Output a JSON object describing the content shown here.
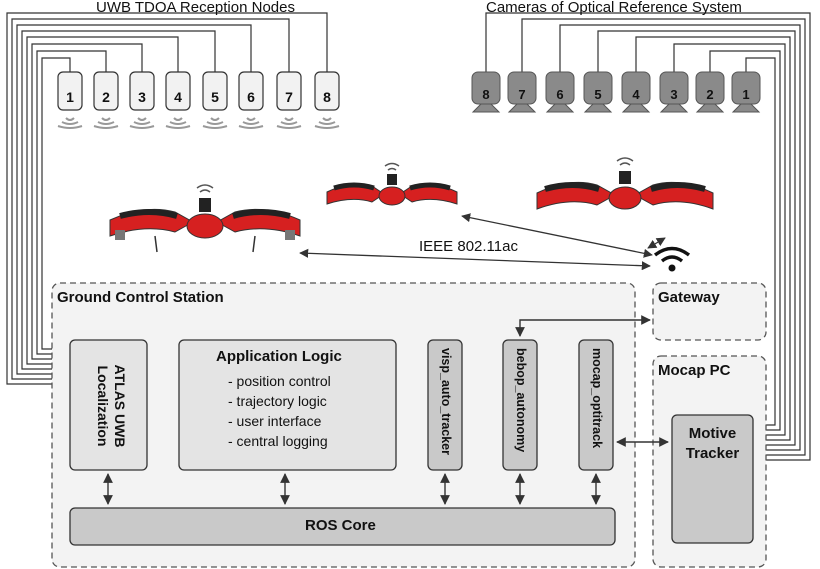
{
  "uwb": {
    "title": "UWB TDOA Reception Nodes",
    "nodes": [
      "1",
      "2",
      "3",
      "4",
      "5",
      "6",
      "7",
      "8"
    ]
  },
  "cameras": {
    "title": "Cameras of Optical Reference System",
    "nodes": [
      "8",
      "7",
      "6",
      "5",
      "4",
      "3",
      "2",
      "1"
    ]
  },
  "wifi_label": "IEEE 802.11ac",
  "ground_station": {
    "title": "Ground Control Station",
    "atlas": {
      "line1": "ATLAS UWB",
      "line2": "Localization"
    },
    "app_logic": {
      "title": "Application Logic",
      "items": [
        "- position control",
        "- trajectory logic",
        "- user interface",
        "- central logging"
      ]
    },
    "visp": "visp_auto_tracker",
    "bebop": "bebop_autonomy",
    "mocap": "mocap_optitrack",
    "ros_core": "ROS Core"
  },
  "gateway": {
    "title": "Gateway"
  },
  "mocap_pc": {
    "title": "Mocap PC",
    "tracker": {
      "line1": "Motive",
      "line2": "Tracker"
    }
  },
  "colors": {
    "region_fill": "#f3f3f3",
    "box_fill": "#e4e4e4",
    "dark_box_fill": "#c9c9c9",
    "drone_red": "#d62020",
    "camera_gray": "#8a8a8a",
    "line": "#333333"
  }
}
